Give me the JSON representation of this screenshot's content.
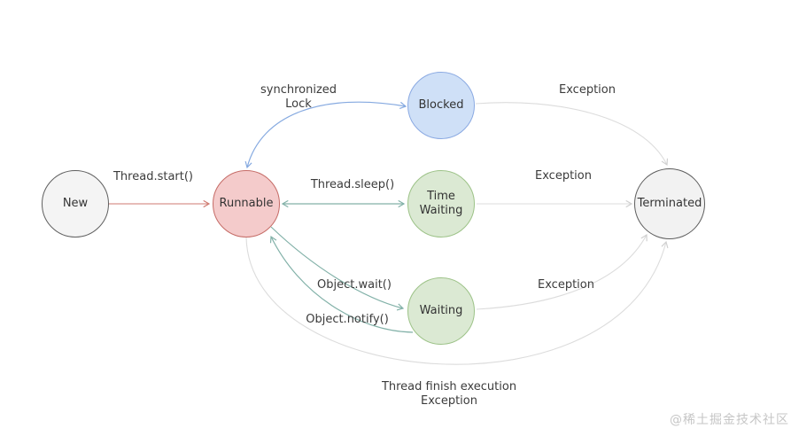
{
  "diagram": {
    "description": "Java thread lifecycle state diagram",
    "nodes": {
      "new": {
        "label": "New",
        "fill": "#f4f4f4",
        "border": "#5f5f5f"
      },
      "runnable": {
        "label": "Runnable",
        "fill": "#f4cbcb",
        "border": "#c56b66"
      },
      "blocked": {
        "label": "Blocked",
        "fill": "#cfe0f7",
        "border": "#8aa9e2"
      },
      "time_waiting": {
        "label": "Time\nWaiting",
        "fill": "#dbe9d3",
        "border": "#9cc287"
      },
      "waiting": {
        "label": "Waiting",
        "fill": "#dbe9d3",
        "border": "#9cc287"
      },
      "terminated": {
        "label": "Terminated",
        "fill": "#f2f2f2",
        "border": "#5c5c5c"
      }
    },
    "edge_labels": {
      "thread_start": "Thread.start()",
      "synchronized_lock": "synchronized\nLock",
      "thread_sleep": "Thread.sleep()",
      "exception_from_blocked": "Exception",
      "exception_from_time_waiting": "Exception",
      "object_wait": "Object.wait()",
      "object_notify": "Object.notify()",
      "exception_from_waiting": "Exception",
      "thread_finish": "Thread finish execution\nException"
    },
    "edges": [
      {
        "from": "new",
        "to": "runnable",
        "label": "Thread.start()",
        "color": "#cf7a70",
        "bidirectional": false
      },
      {
        "from": "runnable",
        "to": "blocked",
        "label": "synchronized Lock",
        "color": "#85a9e0",
        "bidirectional": true
      },
      {
        "from": "runnable",
        "to": "time_waiting",
        "label": "Thread.sleep()",
        "color": "#82b1a8",
        "bidirectional": true
      },
      {
        "from": "runnable",
        "to": "waiting",
        "label": "Object.wait()",
        "color": "#82b1a8",
        "bidirectional": false
      },
      {
        "from": "waiting",
        "to": "runnable",
        "label": "Object.notify()",
        "color": "#82b1a8",
        "bidirectional": false
      },
      {
        "from": "blocked",
        "to": "terminated",
        "label": "Exception",
        "color": "#d6d6d6",
        "bidirectional": false
      },
      {
        "from": "time_waiting",
        "to": "terminated",
        "label": "Exception",
        "color": "#d6d6d6",
        "bidirectional": false
      },
      {
        "from": "waiting",
        "to": "terminated",
        "label": "Exception",
        "color": "#d6d6d6",
        "bidirectional": false
      },
      {
        "from": "runnable",
        "to": "terminated",
        "label": "Thread finish execution Exception",
        "color": "#d6d6d6",
        "bidirectional": false
      }
    ],
    "colors": {
      "arrow_red": "#cf7a70",
      "arrow_blue": "#85a9e0",
      "arrow_teal": "#82b1a8",
      "arrow_gray": "#d6d6d6",
      "text": "#3b3b3b"
    }
  },
  "watermark": "@稀土掘金技术社区"
}
